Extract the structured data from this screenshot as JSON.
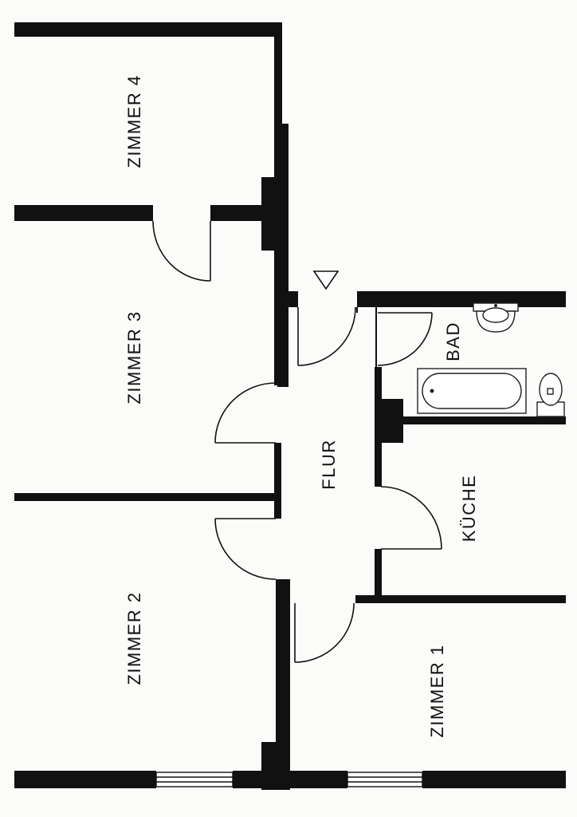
{
  "rooms": {
    "zimmer_4": "ZIMMER 4",
    "zimmer_3": "ZIMMER 3",
    "zimmer_2": "ZIMMER 2",
    "zimmer_1": "ZIMMER 1",
    "flur": "FLUR",
    "bad": "BAD",
    "kueche": "KÜCHE"
  },
  "colors": {
    "wall": "#111111",
    "background": "#fbfbf9"
  },
  "symbols": [
    "entrance-triangle-icon",
    "sink-icon",
    "bathtub-icon",
    "toilet-icon",
    "window-icon",
    "door-swing-icon"
  ]
}
